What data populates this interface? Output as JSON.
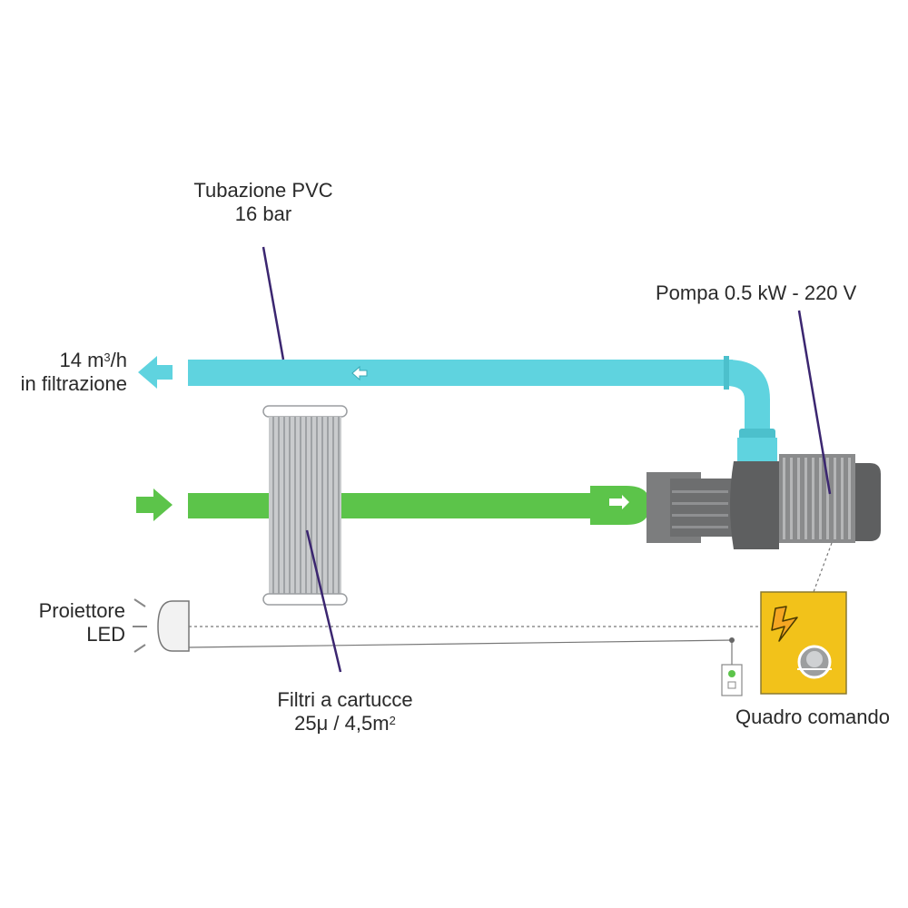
{
  "labels": {
    "pipe": {
      "line1": "Tubazione PVC",
      "line2": "16 bar"
    },
    "pump": {
      "text": "Pompa 0.5 kW - 220 V"
    },
    "outflow": {
      "line1_pre": "14 m",
      "line1_sup": "3",
      "line1_post": "/h",
      "line2": "in filtrazione"
    },
    "projector": {
      "line1": "Proiettore",
      "line2": "LED"
    },
    "filters": {
      "line1": "Filtri a cartucce",
      "line2_pre": "25μ / 4,5m",
      "line2_sup": "2"
    },
    "control_panel": {
      "text": "Quadro comando"
    }
  },
  "icons": {
    "flow_out_arrow": "arrow-left-icon",
    "flow_in_arrow": "arrow-right-icon",
    "warning": "lightning-icon",
    "projector": "led-projector-icon"
  },
  "colors": {
    "return_pipe": "#5fd3df",
    "suction_pipe": "#5cc44a",
    "pump_body": "#6d6e6f",
    "filter": "#c4c6c8",
    "control_panel": "#f2c21a",
    "leader_lines": "#3b2670",
    "text": "#2a2a2a"
  }
}
